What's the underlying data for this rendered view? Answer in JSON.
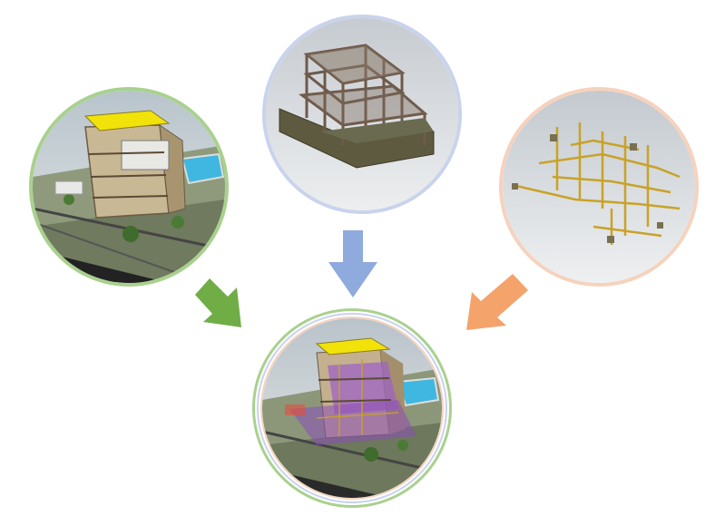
{
  "diagram": {
    "sources": [
      {
        "name": "architectural-model",
        "ring_color": "#a9d18e"
      },
      {
        "name": "structural-model",
        "ring_color": "#c9d3ec"
      },
      {
        "name": "mep-model",
        "ring_color": "#f6d2bd"
      }
    ],
    "result": {
      "name": "federated-model",
      "ring_colors": [
        "#a9d18e",
        "#c9d3ec",
        "#f6d2bd"
      ]
    },
    "arrows": [
      {
        "from": "architectural-model",
        "color": "#70ad47"
      },
      {
        "from": "structural-model",
        "color": "#8faadc"
      },
      {
        "from": "mep-model",
        "color": "#f4a36b"
      }
    ]
  }
}
